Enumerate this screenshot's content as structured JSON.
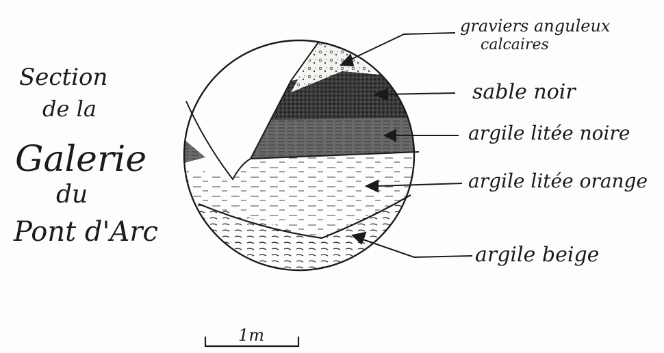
{
  "title": {
    "line1": "Section",
    "line2": "de la",
    "line3": "Galerie",
    "line4": "du",
    "line5": "Pont d'Arc"
  },
  "layers": [
    {
      "id": "graviers",
      "label_line1": "graviers anguleux",
      "label_line2": "calcaires"
    },
    {
      "id": "sable",
      "label": "sable noir"
    },
    {
      "id": "argile-noire",
      "label": "argile litée noire"
    },
    {
      "id": "argile-orange",
      "label": "argile litée orange"
    },
    {
      "id": "argile-beige",
      "label": "argile beige"
    }
  ],
  "scale": {
    "label": "1m"
  },
  "colors": {
    "ink": "#1a1a1a",
    "sand": "#2a2a2a",
    "clay_dark": "#5a5a5a",
    "paper": "#fdfdfc"
  }
}
